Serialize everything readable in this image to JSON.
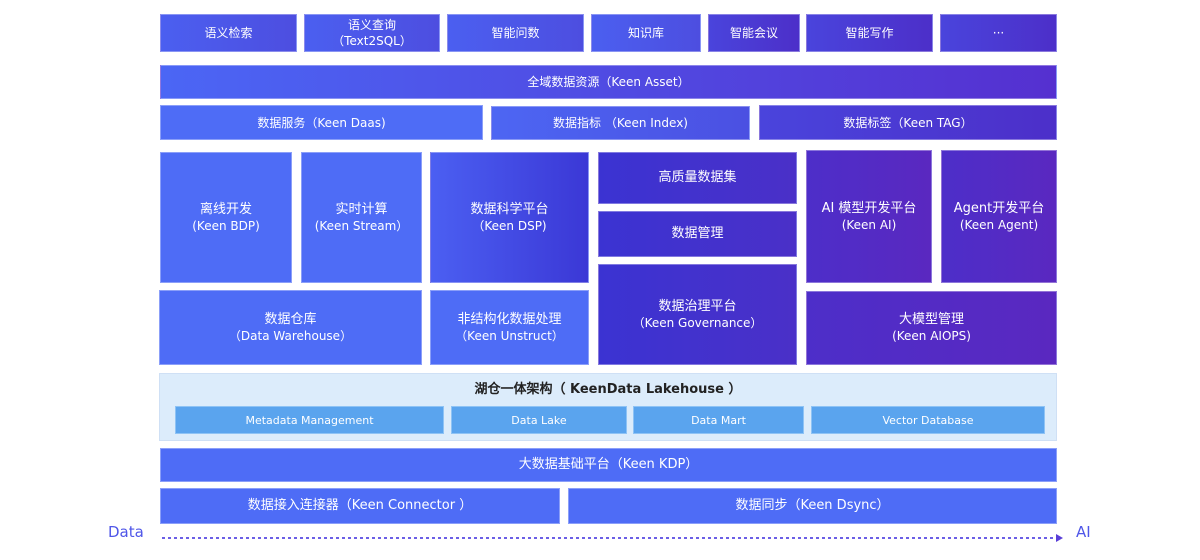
{
  "apps": [
    "语义检索",
    "语义查询",
    "（Text2SQL）",
    "智能问数",
    "知识库",
    "智能会议",
    "智能写作",
    "···"
  ],
  "asset": "全域数据资源（Keen Asset）",
  "services": [
    "数据服务（Keen Daas)",
    "数据指标 （Keen Index)",
    "数据标签（Keen TAG）"
  ],
  "blocks": {
    "bdp": [
      "离线开发",
      "(Keen BDP)"
    ],
    "stream": [
      "实时计算",
      "(Keen Stream）"
    ],
    "dsp": [
      "数据科学平台",
      "（Keen DSP)"
    ],
    "dataset": "高质量数据集",
    "mgmt": "数据管理",
    "gov": [
      "数据治理平台",
      "（Keen Governance）"
    ],
    "ai": [
      "AI 模型开发平台",
      "(Keen AI)"
    ],
    "agent": [
      "Agent开发平台",
      "(Keen Agent)"
    ],
    "dw": [
      "数据仓库",
      "（Data Warehouse）"
    ],
    "unstruct": [
      "非结构化数据处理",
      "（Keen Unstruct）"
    ],
    "aiops": [
      "大模型管理",
      "(Keen AIOPS)"
    ]
  },
  "lakehouse": {
    "title": "湖仓一体架构（ KeenData Lakehouse ）",
    "items": [
      "Metadata Management",
      "Data Lake",
      "Data Mart",
      "Vector Database"
    ]
  },
  "kdp": "大数据基础平台（Keen KDP）",
  "connector": "数据接入连接器（Keen Connector ）",
  "dsync": "数据同步（Keen  Dsync）",
  "axis": {
    "start": "Data",
    "end": "AI"
  }
}
